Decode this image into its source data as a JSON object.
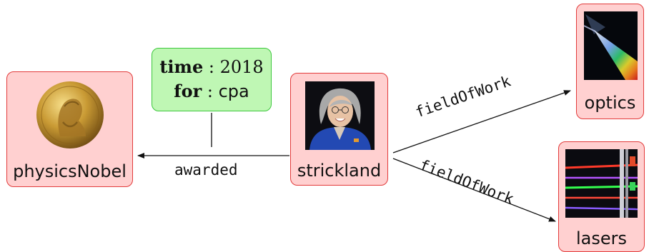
{
  "nodes": {
    "physics_nobel": {
      "label": "physicsNobel",
      "image": "nobel-medal"
    },
    "strickland": {
      "label": "strickland",
      "image": "portrait-photo"
    },
    "optics": {
      "label": "optics",
      "image": "prism-spectrum"
    },
    "lasers": {
      "label": "lasers",
      "image": "laser-beams"
    }
  },
  "qualifier": {
    "rows": [
      {
        "key": "time",
        "sep": " : ",
        "value": "2018"
      },
      {
        "key": "for",
        "sep": " : ",
        "value": "cpa"
      }
    ]
  },
  "edges": {
    "awarded": "awarded",
    "field1": "fieldOfWork",
    "field2": "fieldOfWork"
  }
}
